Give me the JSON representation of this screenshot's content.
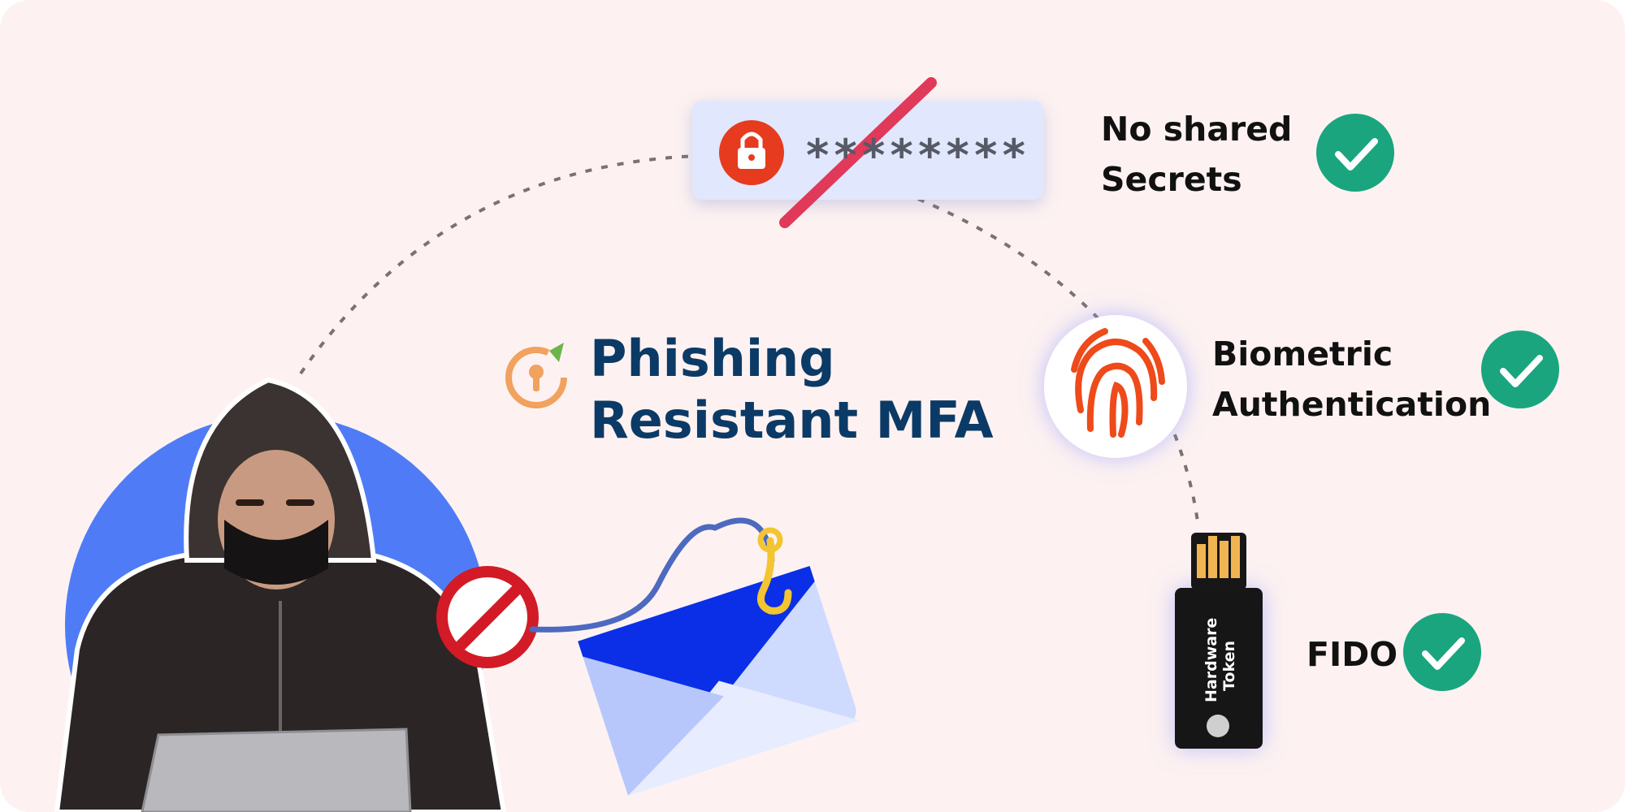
{
  "headline": {
    "line1": "Phishing",
    "line2": "Resistant MFA"
  },
  "password_field": {
    "masked_value": "********"
  },
  "features": [
    {
      "line1": "No shared",
      "line2": "Secrets",
      "status": "check"
    },
    {
      "line1": "Biometric",
      "line2": "Authentication",
      "status": "check"
    },
    {
      "line1": "FIDO",
      "line2": "",
      "status": "check"
    }
  ],
  "hardware_token": {
    "line1": "Hardware",
    "line2": "Token"
  },
  "icons": {
    "lock": "padlock-icon",
    "fingerprint": "fingerprint-icon",
    "check": "checkmark-icon",
    "prohibited": "no-entry-icon",
    "phishing_email": "envelope-with-hook-icon",
    "logo": "keyhole-shield-icon"
  },
  "colors": {
    "background": "#fdf2f1",
    "accent_blue": "#4f7cf6",
    "title_navy": "#0b3a66",
    "check_green": "#1aa57f",
    "strike_red": "#e0395a",
    "lock_red": "#e63b1f",
    "fingerprint_orange": "#ee4a1a"
  }
}
